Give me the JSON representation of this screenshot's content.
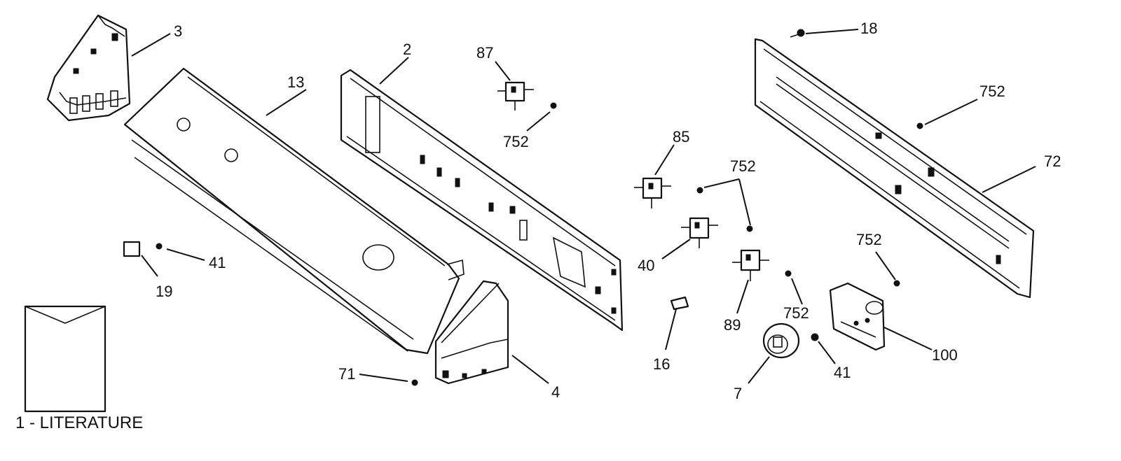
{
  "callouts": {
    "c3": "3",
    "c13": "13",
    "c2": "2",
    "c87": "87",
    "c752_a": "752",
    "c85": "85",
    "c752_b": "752",
    "c40": "40",
    "c89": "89",
    "c752_c": "752",
    "c16": "16",
    "c18": "18",
    "c752_d": "752",
    "c72": "72",
    "c752_e": "752",
    "c100": "100",
    "c41_b": "41",
    "c7": "7",
    "c41_a": "41",
    "c19": "19",
    "c71": "71",
    "c4": "4"
  },
  "literature": {
    "label": "1 - LITERATURE"
  }
}
